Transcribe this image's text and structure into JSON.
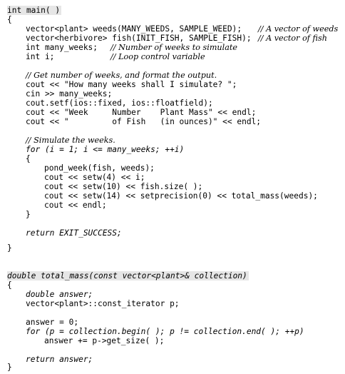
{
  "code": {
    "main_signature": "int main( )",
    "open_brace_1": "{",
    "l_weeds_decl": "vector<plant> weeds(MANY_WEEDS, SAMPLE_WEED);",
    "l_weeds_comment": "// A vector of weeds",
    "l_fish_decl": "vector<herbivore> fish(INIT_FISH, SAMPLE_FISH);",
    "l_fish_comment": "// A vector of fish",
    "l_many_decl": "int many_weeks;",
    "l_many_comment": "// Number of weeks to simulate",
    "l_i_decl": "int i;",
    "l_i_comment": "// Loop control variable",
    "l_get_comment": "// Get number of weeks, and format the output.",
    "l_cout1": "cout << \"How many weeks shall I simulate? \";",
    "l_cin": "cin >> many_weeks;",
    "l_setf": "cout.setf(ios::fixed, ios::floatfield);",
    "l_cout2": "cout << \"Week     Number    Plant Mass\" << endl;",
    "l_cout3": "cout << \"         of Fish   (in ounces)\" << endl;",
    "l_sim_comment": "// Simulate the weeks.",
    "l_for1": "for (i = 1; i <= many_weeks; ++i)",
    "open_brace_2": "{",
    "l_pond": "pond_week(fish, weeds);",
    "l_setw4": "cout << setw(4) << i;",
    "l_setw10": "cout << setw(10) << fish.size( );",
    "l_setw14": "cout << setw(14) << setprecision(0) << total_mass(weeds);",
    "l_endl": "cout << endl;",
    "close_brace_2": "}",
    "l_return1": "return EXIT_SUCCESS;",
    "close_brace_1": "}",
    "total_signature": "double total_mass(const vector<plant>& collection)",
    "open_brace_3": "{",
    "l_answer_decl": "double answer;",
    "l_iter_decl": "vector<plant>::const_iterator p;",
    "l_answer_init": "answer = 0;",
    "l_for2": "for (p = collection.begin( ); p != collection.end( ); ++p)",
    "l_answer_add": "answer += p->get_size( );",
    "l_return2": "return answer;",
    "close_brace_3": "}"
  }
}
